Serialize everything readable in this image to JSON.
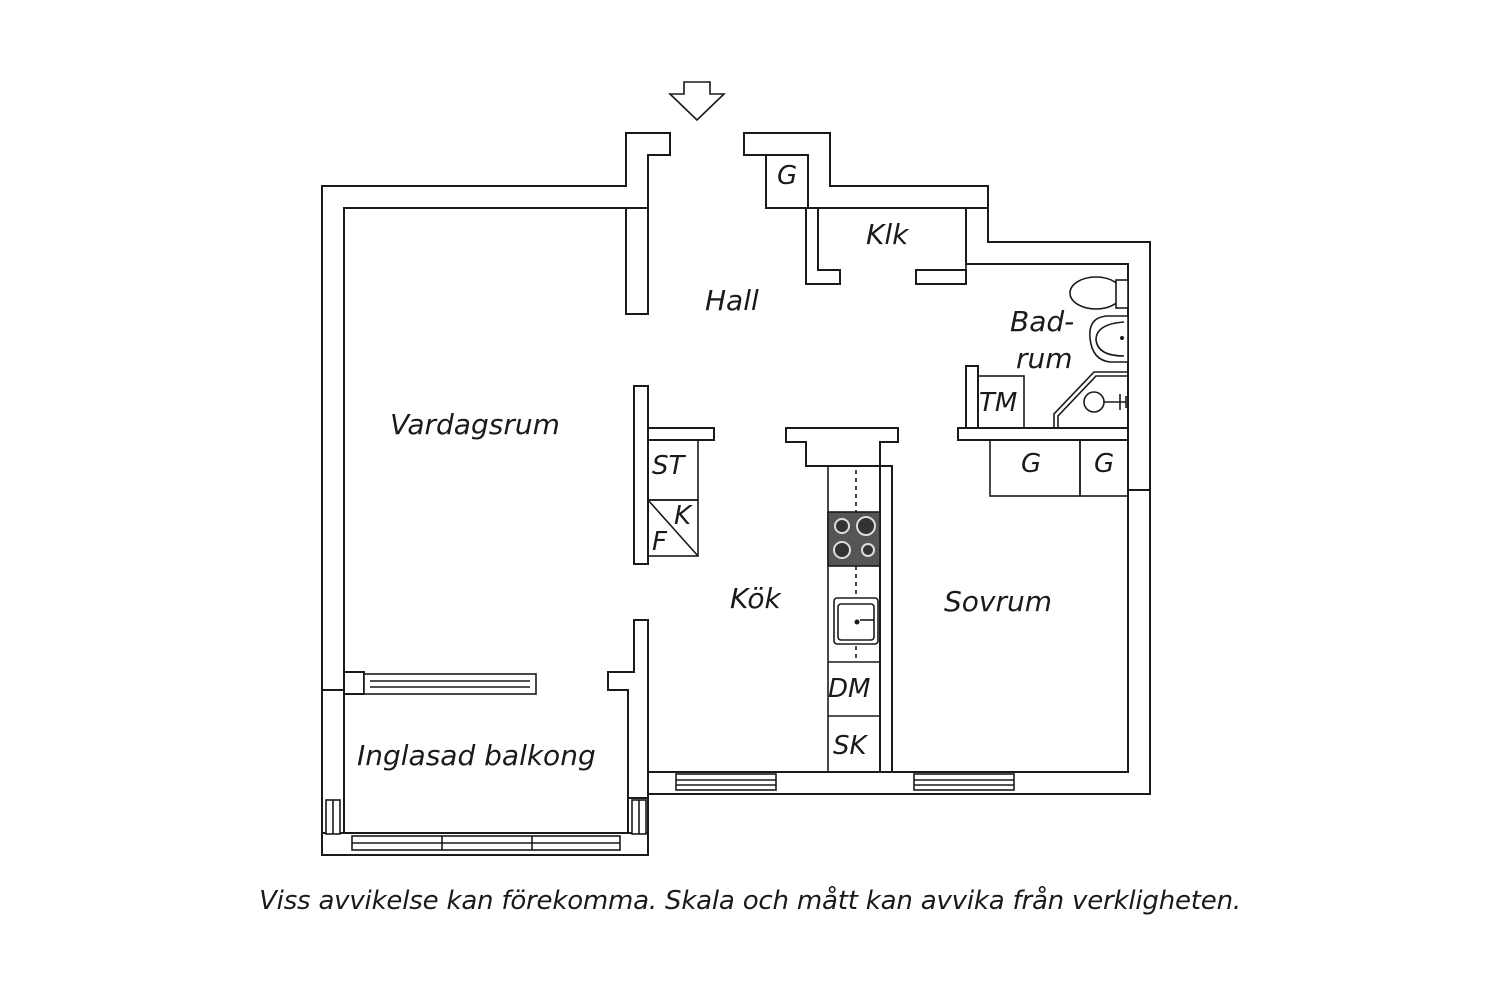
{
  "rooms": {
    "hall": "Hall",
    "klk": "Klk",
    "g_entry": "G",
    "badrum_1": "Bad-",
    "badrum_2": "rum",
    "tm": "TM",
    "vardagsrum": "Vardagsrum",
    "st": "ST",
    "k": "K",
    "f": "F",
    "kok": "Kök",
    "g1": "G",
    "g2": "G",
    "sovrum": "Sovrum",
    "dm": "DM",
    "sk": "SK",
    "balkong": "Inglasad balkong"
  },
  "caption": "Viss avvikelse kan förekomma. Skala och mått kan avvika från verkligheten."
}
